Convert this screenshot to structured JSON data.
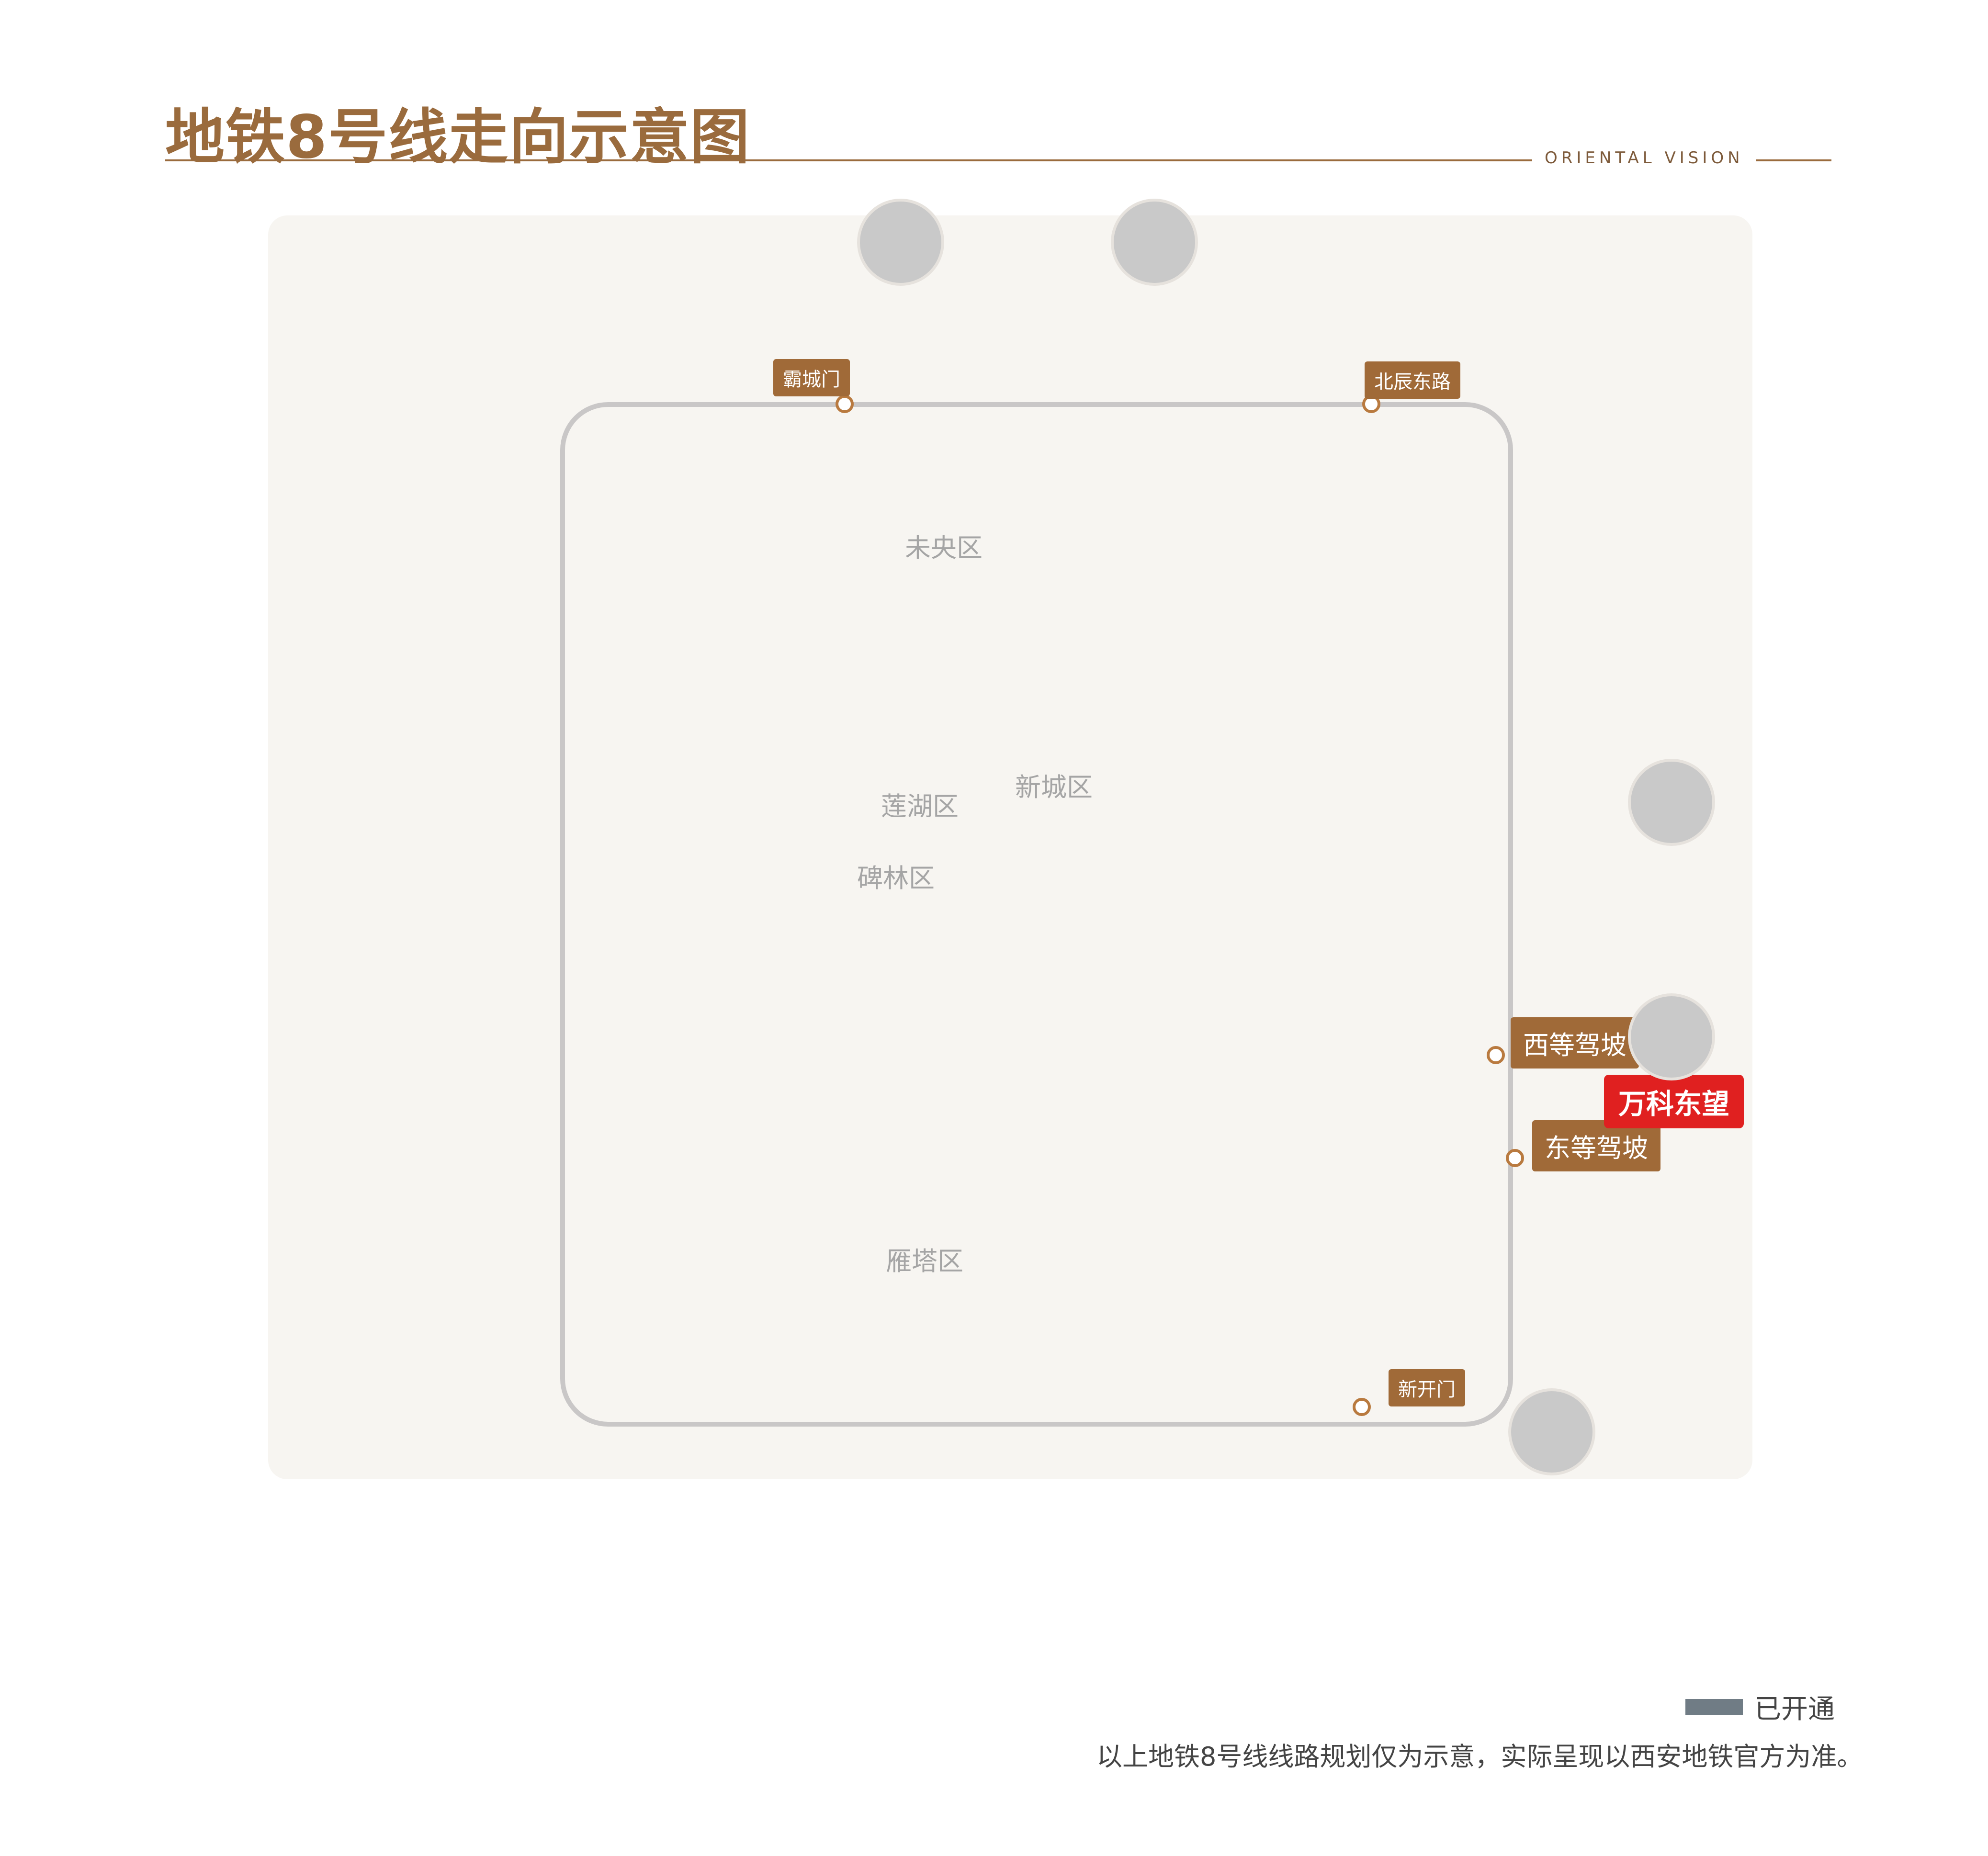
{
  "title": "地铁8号线走向示意图",
  "brand": "ORIENTAL VISION",
  "districts": [
    "未央区",
    "莲湖区",
    "新城区",
    "碑林区",
    "雁塔区"
  ],
  "stations": [
    "霸城门",
    "北辰东路",
    "西等驾坡",
    "东等驾坡",
    "新开门"
  ],
  "highlight": "万科东望",
  "legend": "已开通",
  "note": "以上地铁8号线线路规划仅为示意，实际呈现以西安地铁官方为准。"
}
